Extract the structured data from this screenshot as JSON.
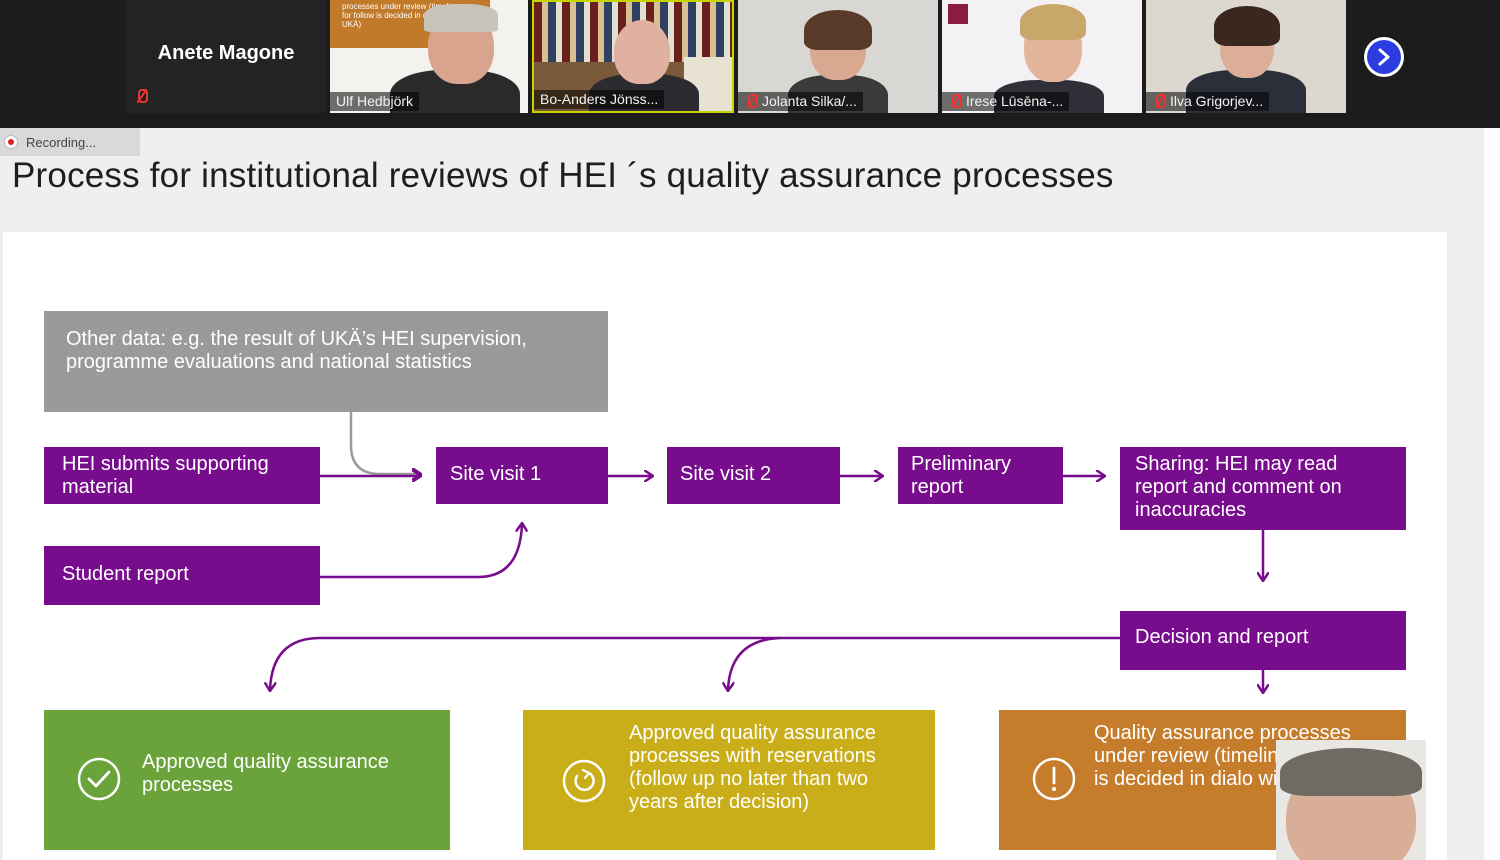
{
  "participants": {
    "active_speaker": "Anete Magone",
    "tiles": [
      {
        "name": "Ulf Hedbjörk",
        "muted": false
      },
      {
        "name": "Bo-Anders Jönss...",
        "muted": false
      },
      {
        "name": "Jolanta Silka/...",
        "muted": true
      },
      {
        "name": "Irese Lūsēna-...",
        "muted": true
      },
      {
        "name": "Ilva Grigorjev...",
        "muted": true
      }
    ],
    "shared_thumb_text": "processes under review (timeline for follow is decided in dial with UKÄ)"
  },
  "recording": {
    "label": "Recording..."
  },
  "slide": {
    "title": "Process for institutional reviews of HEI ´s quality assurance processes",
    "boxes": {
      "other_data": "Other data: e.g. the result of UKÄ’s HEI supervision, programme evaluations and national statistics",
      "hei_submits": "HEI submits supporting material",
      "student_report": "Student report",
      "site_visit_1": "Site visit 1",
      "site_visit_2": "Site visit 2",
      "preliminary_report": "Preliminary report",
      "sharing": "Sharing: HEI may read report and comment on inaccuracies",
      "decision": "Decision and report",
      "outcome_approved": "Approved quality assurance processes",
      "outcome_reservations": "Approved quality assurance processes with reservations (follow up no later than two years after decision)",
      "outcome_under_review": "Quality assurance processes under review (timeline for follow is decided in dialo with UKÄ)"
    },
    "colors": {
      "purple": "#770c8c",
      "grey": "#9a9a9a",
      "green": "#6aa33a",
      "yellow": "#c9ae1a",
      "orange": "#c57d2c"
    }
  }
}
